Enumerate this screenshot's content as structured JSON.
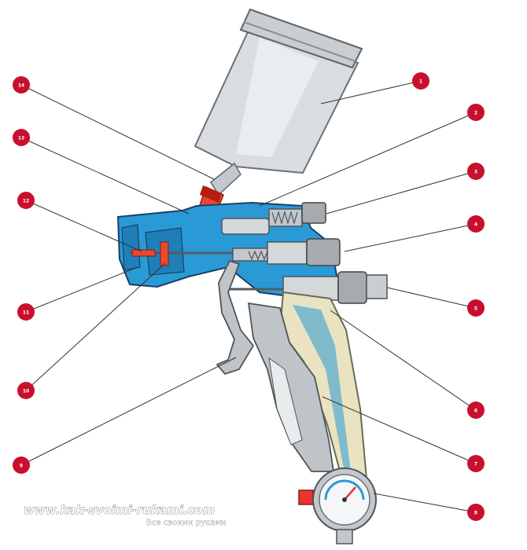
{
  "callouts": [
    {
      "id": "1"
    },
    {
      "id": "2"
    },
    {
      "id": "3"
    },
    {
      "id": "4"
    },
    {
      "id": "5"
    },
    {
      "id": "6"
    },
    {
      "id": "7"
    },
    {
      "id": "8"
    },
    {
      "id": "9"
    },
    {
      "id": "10"
    },
    {
      "id": "11"
    },
    {
      "id": "12"
    },
    {
      "id": "13"
    },
    {
      "id": "14"
    }
  ],
  "watermark": {
    "site": "www.kak-svoimi-rukami.com",
    "tagline": "Все своими руками"
  },
  "colors": {
    "body_blue": "#2a9ad6",
    "callout_red": "#c8102e",
    "nozzle_red": "#e8492f",
    "handle_cream": "#e9e3c2",
    "cup_grey": "#d9dde0"
  }
}
